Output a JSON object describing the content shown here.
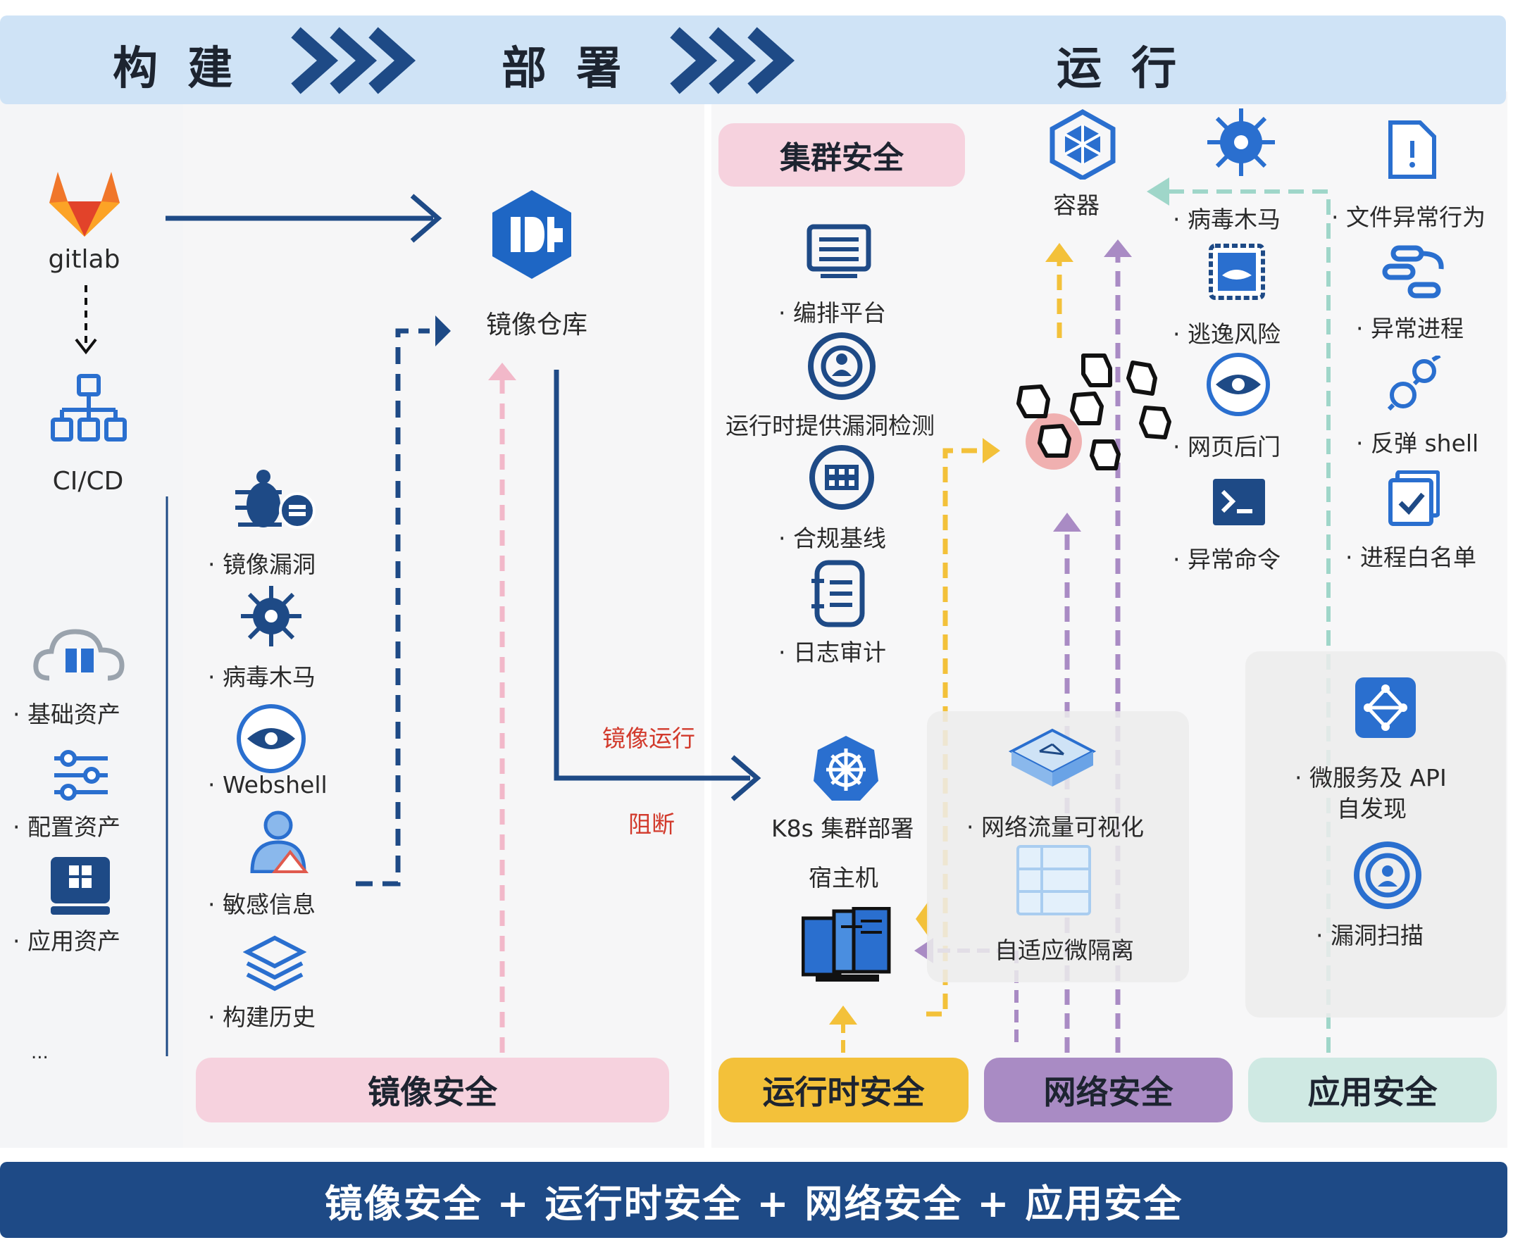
{
  "stages": {
    "build": "构 建",
    "deploy": "部 署",
    "run": "运 行"
  },
  "source": {
    "gitlab": "gitlab",
    "cicd": "CI/CD"
  },
  "assets": [
    "· 基础资产",
    "· 配置资产",
    "· 应用资产",
    "..."
  ],
  "image_checks": [
    "· 镜像漏洞",
    "· 病毒木马",
    "· Webshell",
    "· 敏感信息",
    "· 构建历史"
  ],
  "registry": "镜像仓库",
  "flow": {
    "image_run": "镜像运行",
    "block": "阻断"
  },
  "cluster": {
    "title": "集群安全",
    "items": [
      "· 编排平台",
      "运行时提供漏洞检测",
      "· 合规基线",
      "· 日志审计"
    ],
    "k8s": "K8s 集群部署",
    "host": "宿主机"
  },
  "container": "容器",
  "threats_a": [
    "· 病毒木马",
    "· 逃逸风险",
    "· 网页后门",
    "· 异常命令"
  ],
  "threats_b": [
    "· 文件异常行为",
    "· 异常进程",
    "· 反弹 shell",
    "· 进程白名单"
  ],
  "network": [
    "· 网络流量可视化",
    "自适应微隔离"
  ],
  "app": [
    "· 微服务及 API",
    "自发现",
    "· 漏洞扫描"
  ],
  "categories": {
    "image": "镜像安全",
    "runtime": "运行时安全",
    "network": "网络安全",
    "app": "应用安全"
  },
  "footer": "镜像安全 + 运行时安全 + 网络安全 + 应用安全",
  "colors": {
    "dark_blue": "#1e4a86",
    "pink": "#f6d2de",
    "yellow": "#f3c13a",
    "purple": "#a98bc4",
    "teal": "#cfe9e3",
    "banner": "#cfe3f6"
  }
}
